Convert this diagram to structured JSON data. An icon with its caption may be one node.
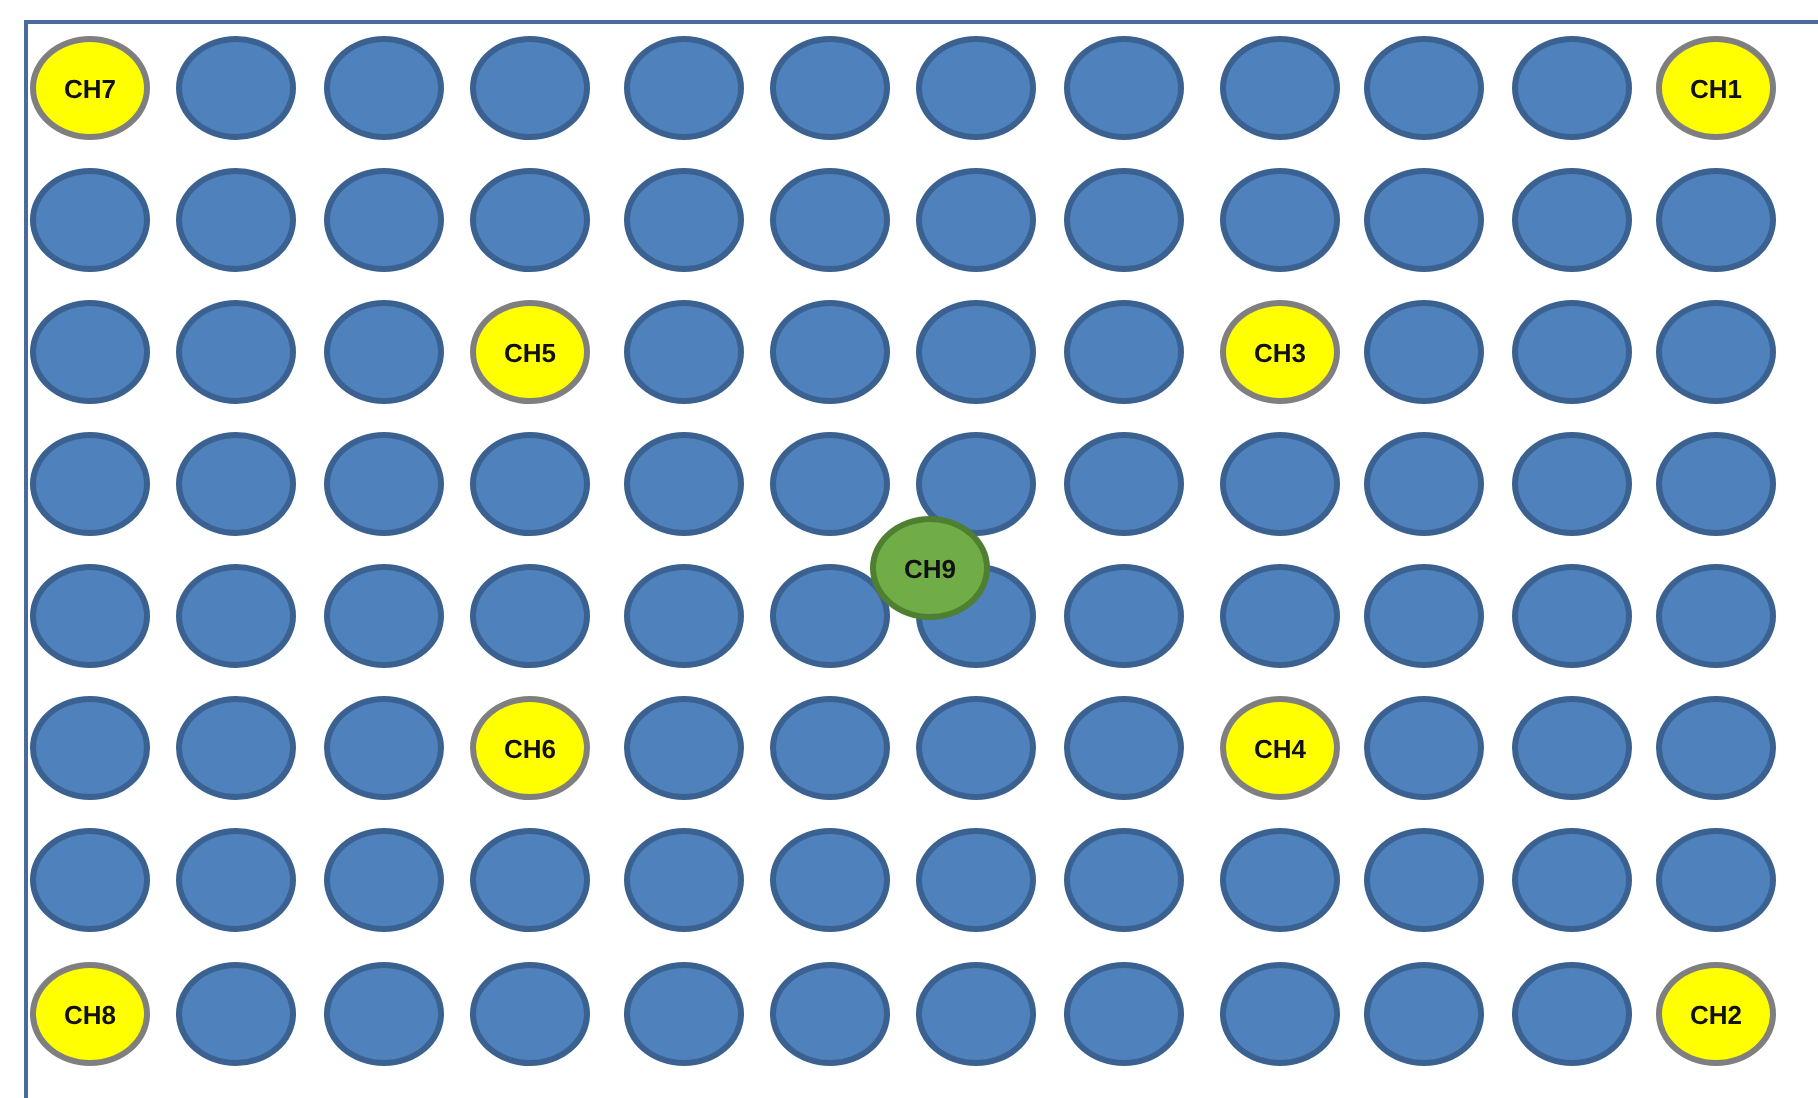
{
  "diagram": {
    "nodes": [
      {
        "text": [
          "CH7"
        ]
      },
      {
        "text": [],
        "shape": "circle"
      },
      {
        "text": [],
        "shape": "circle"
      },
      {
        "text": [],
        "shape": "circle"
      },
      {
        "text": [],
        "shape": "circle"
      },
      {
        "text": [],
        "shape": "circle"
      },
      {
        "text": [],
        "shape": "circle"
      },
      {
        "text": [],
        "shape": "circle"
      },
      {
        "text": [],
        "shape": "circle"
      },
      {
        "text": [],
        "shape": "circle"
      },
      {
        "text": [],
        "shape": "circle"
      },
      {
        "text": [
          "CH1"
        ]
      },
      {
        "text": [],
        "shape": "circle"
      },
      {
        "text": [],
        "shape": "circle"
      },
      {
        "text": [],
        "shape": "circle"
      },
      {
        "text": [],
        "shape": "circle"
      },
      {
        "text": [],
        "shape": "circle"
      },
      {
        "text": [],
        "shape": "circle"
      },
      {
        "text": [],
        "shape": "circle"
      },
      {
        "text": [],
        "shape": "circle"
      },
      {
        "text": [],
        "shape": "circle"
      },
      {
        "text": [],
        "shape": "circle"
      },
      {
        "text": [],
        "shape": "circle"
      },
      {
        "text": [],
        "shape": "circle"
      },
      {
        "text": [],
        "shape": "circle"
      },
      {
        "text": [],
        "shape": "circle"
      },
      {
        "text": [],
        "shape": "circle"
      },
      {
        "text": [
          "CH5"
        ]
      },
      {
        "text": [],
        "shape": "circle"
      },
      {
        "text": [],
        "shape": "circle"
      },
      {
        "text": [],
        "shape": "circle"
      },
      {
        "text": [],
        "shape": "circle"
      },
      {
        "text": [
          "CH3"
        ]
      },
      {
        "text": [],
        "shape": "circle"
      },
      {
        "text": [],
        "shape": "circle"
      },
      {
        "text": [],
        "shape": "circle"
      },
      {
        "text": [],
        "shape": "circle"
      },
      {
        "text": [],
        "shape": "circle"
      },
      {
        "text": [],
        "shape": "circle"
      },
      {
        "text": [],
        "shape": "circle"
      },
      {
        "text": [],
        "shape": "circle"
      },
      {
        "text": [],
        "shape": "circle"
      },
      {
        "text": [],
        "shape": "circle"
      },
      {
        "text": [],
        "shape": "circle"
      },
      {
        "text": [],
        "shape": "circle"
      },
      {
        "text": [],
        "shape": "circle"
      },
      {
        "text": [],
        "shape": "circle"
      },
      {
        "text": [],
        "shape": "circle"
      },
      {
        "text": [
          "CH9"
        ]
      },
      {
        "text": [],
        "shape": "circle"
      },
      {
        "text": [],
        "shape": "circle"
      },
      {
        "text": [],
        "shape": "circle"
      },
      {
        "text": [],
        "shape": "circle"
      },
      {
        "text": [],
        "shape": "circle"
      },
      {
        "text": [],
        "shape": "circle"
      },
      {
        "text": [],
        "shape": "circle"
      },
      {
        "text": [],
        "shape": "circle"
      },
      {
        "text": [],
        "shape": "circle"
      },
      {
        "text": [],
        "shape": "circle"
      },
      {
        "text": [],
        "shape": "circle"
      },
      {
        "text": [],
        "shape": "circle"
      },
      {
        "text": [],
        "shape": "circle"
      },
      {
        "text": [],
        "shape": "circle"
      },
      {
        "text": [],
        "shape": "circle"
      },
      {
        "text": [
          "CH6"
        ]
      },
      {
        "text": [],
        "shape": "circle"
      },
      {
        "text": [],
        "shape": "circle"
      },
      {
        "text": [],
        "shape": "circle"
      },
      {
        "text": [],
        "shape": "circle"
      },
      {
        "text": [
          "CH4"
        ]
      },
      {
        "text": [],
        "shape": "circle"
      },
      {
        "text": [],
        "shape": "circle"
      },
      {
        "text": [],
        "shape": "circle"
      },
      {
        "text": [],
        "shape": "circle"
      },
      {
        "text": [],
        "shape": "circle"
      },
      {
        "text": [],
        "shape": "circle"
      },
      {
        "text": [],
        "shape": "circle"
      },
      {
        "text": [],
        "shape": "circle"
      },
      {
        "text": [],
        "shape": "circle"
      },
      {
        "text": [],
        "shape": "circle"
      },
      {
        "text": [],
        "shape": "circle"
      },
      {
        "text": [],
        "shape": "circle"
      },
      {
        "text": [],
        "shape": "circle"
      },
      {
        "text": [],
        "shape": "circle"
      },
      {
        "text": [],
        "shape": "circle"
      },
      {
        "text": [
          "CH8"
        ]
      },
      {
        "text": [],
        "shape": "circle"
      },
      {
        "text": [],
        "shape": "circle"
      },
      {
        "text": [],
        "shape": "circle"
      },
      {
        "text": [],
        "shape": "circle"
      },
      {
        "text": [],
        "shape": "circle"
      },
      {
        "text": [],
        "shape": "circle"
      },
      {
        "text": [],
        "shape": "circle"
      },
      {
        "text": [],
        "shape": "circle"
      },
      {
        "text": [],
        "shape": "circle"
      },
      {
        "text": [],
        "shape": "circle"
      },
      {
        "text": [
          "CH2"
        ]
      }
    ]
  }
}
